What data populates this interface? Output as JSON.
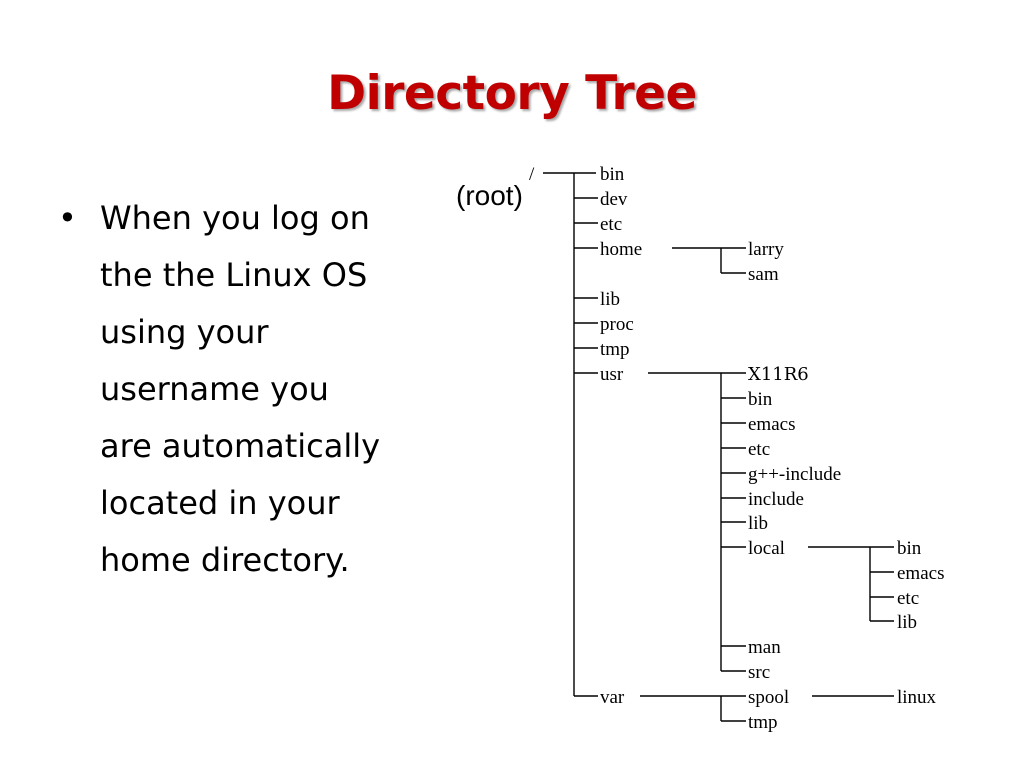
{
  "title": "Directory Tree",
  "bullets": [
    "When you log on the the Linux OS using your username you are automatically located in your home directory."
  ],
  "bullet_lines": [
    "When you log on",
    "the the Linux OS",
    "using your",
    "username you",
    "are automatically",
    "located in your",
    "home directory."
  ],
  "diagram": {
    "root_label": "(root)",
    "root": "/",
    "level1": [
      "bin",
      "dev",
      "etc",
      "home",
      "lib",
      "proc",
      "tmp",
      "usr",
      "var"
    ],
    "home_children": [
      "larry",
      "sam"
    ],
    "usr_children": [
      "X11R6",
      "bin",
      "emacs",
      "etc",
      "g++-include",
      "include",
      "lib",
      "local",
      "man",
      "src"
    ],
    "local_children": [
      "bin",
      "emacs",
      "etc",
      "lib"
    ],
    "var_children": [
      "spool",
      "tmp"
    ],
    "spool_children": [
      "linux"
    ]
  }
}
